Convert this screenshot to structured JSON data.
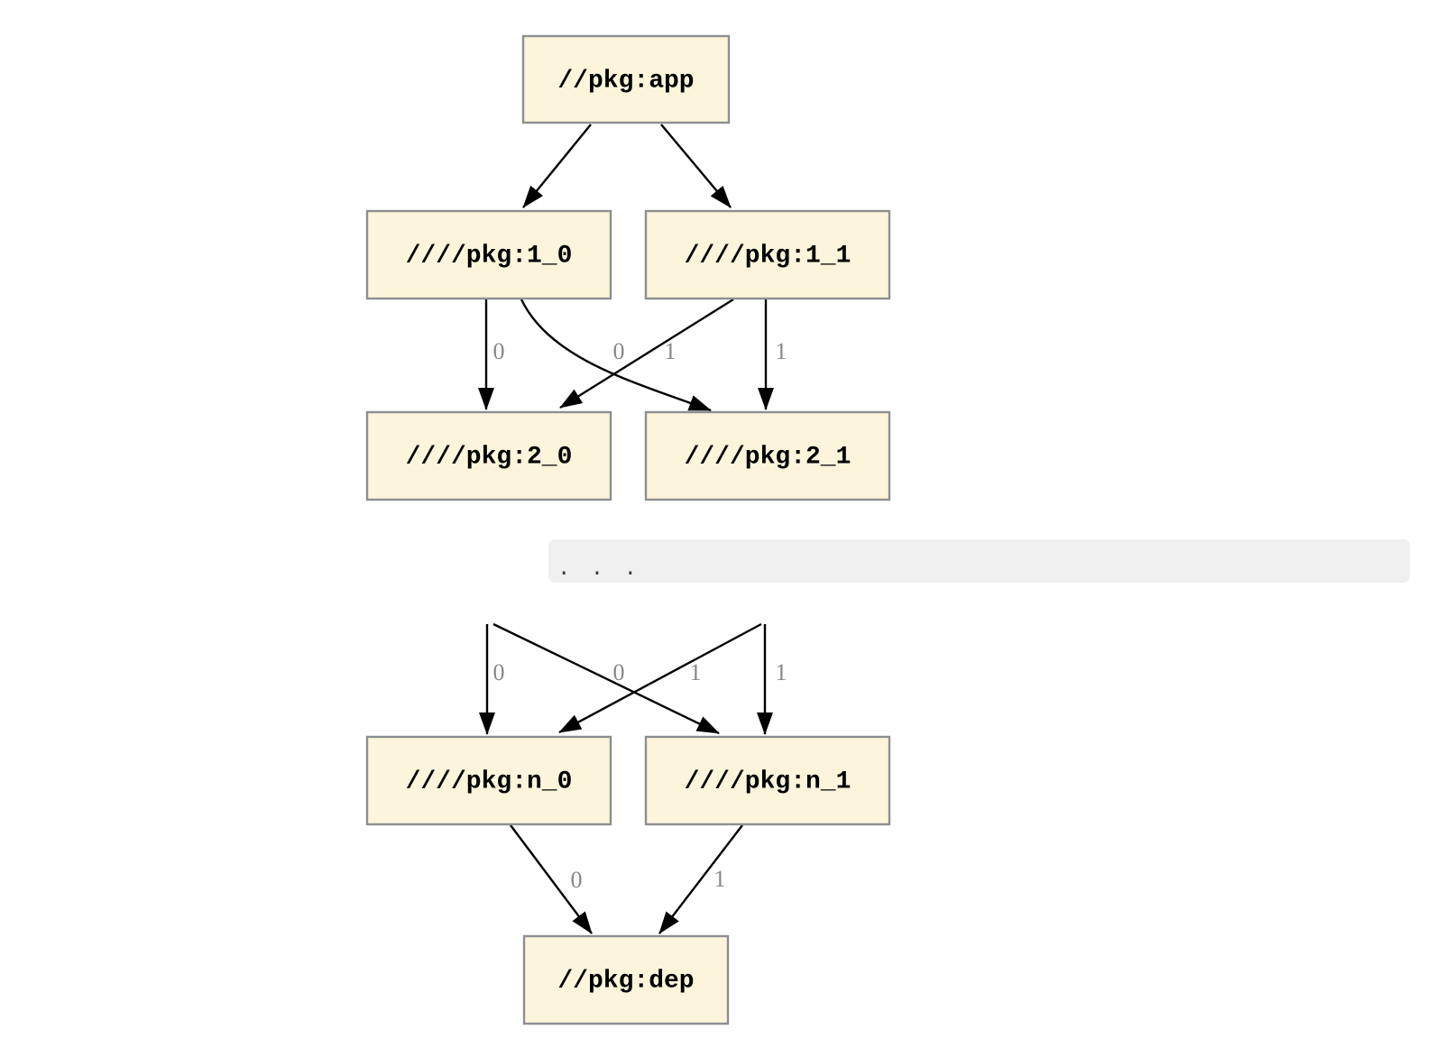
{
  "diagram": {
    "description": "package dependency graph",
    "colors": {
      "node_fill": "#FCF5DB",
      "node_border": "#8C9090",
      "edge_color": "#000000",
      "edge_label_color": "#878787",
      "separator_background": "#F0F0F0",
      "separator_text_color": "#3A3A3A",
      "background": "#FFFFFF"
    },
    "nodes": {
      "app": {
        "label": "//pkg:app"
      },
      "v1_0": {
        "label": "////pkg:1_0"
      },
      "v1_1": {
        "label": "////pkg:1_1"
      },
      "v2_0": {
        "label": "////pkg:2_0"
      },
      "v2_1": {
        "label": "////pkg:2_1"
      },
      "n_0": {
        "label": "////pkg:n_0"
      },
      "n_1": {
        "label": "////pkg:n_1"
      },
      "dep": {
        "label": "//pkg:dep"
      }
    },
    "separator": {
      "text": ". . ."
    },
    "edges": {
      "app_to_v1_0": {
        "label": ""
      },
      "app_to_v1_1": {
        "label": ""
      },
      "v1_0_to_v2_0": {
        "label": "0"
      },
      "v1_1_to_v2_0": {
        "label": "0"
      },
      "v1_0_to_v2_1": {
        "label": "1"
      },
      "v1_1_to_v2_1": {
        "label": "1"
      },
      "cont_to_n_0_direct": {
        "label": "0"
      },
      "cont_to_n_0_cross": {
        "label": "0"
      },
      "cont_to_n_1_cross": {
        "label": "1"
      },
      "cont_to_n_1_direct": {
        "label": "1"
      },
      "n_0_to_dep": {
        "label": "0"
      },
      "n_1_to_dep": {
        "label": "1"
      }
    }
  }
}
